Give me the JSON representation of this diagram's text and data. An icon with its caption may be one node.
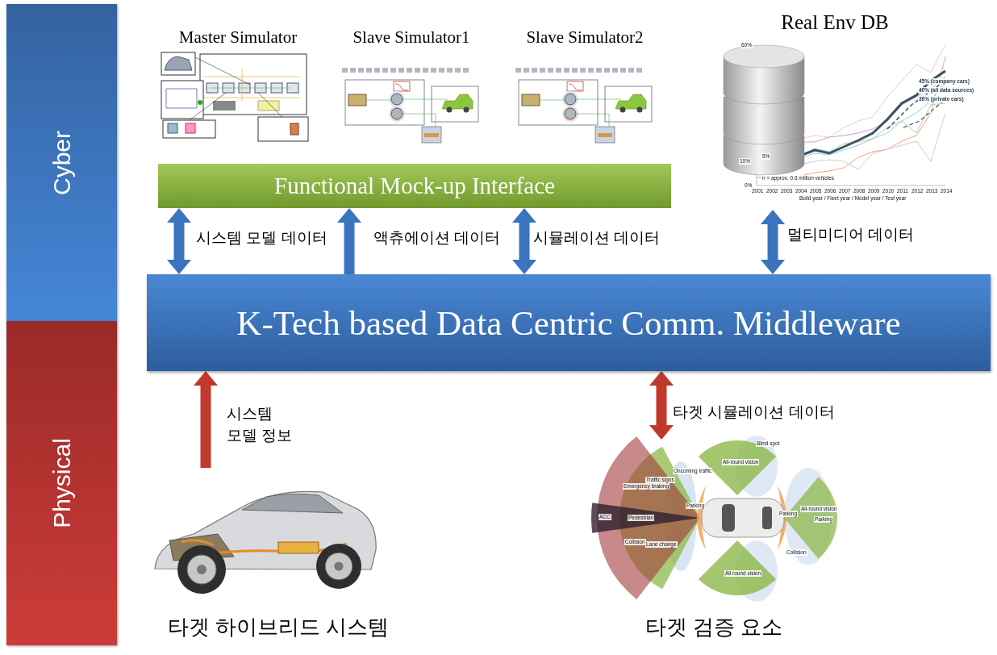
{
  "diagram": {
    "nodes": [
      {
        "text": [
          "Cyber"
        ]
      },
      {
        "text": [
          "Physical"
        ]
      },
      {
        "text": [
          "Master Simulator"
        ]
      },
      {
        "text": [
          "Slave Simulator1"
        ]
      },
      {
        "text": [
          "Slave Simulator2"
        ]
      },
      {
        "text": [
          "Functional Mock-up Interface"
        ]
      },
      {
        "text": [
          "Real Env DB"
        ]
      },
      {
        "text": [
          "K-Tech based Data Centric Comm. Middleware"
        ]
      },
      {
        "text": [
          "타겟 하이브리드 시스템"
        ]
      },
      {
        "text": [
          "타겟 검증 요소"
        ]
      }
    ],
    "edges": [
      {
        "from": 5,
        "to": 7,
        "arrow": "both",
        "label": "시스템 모델 데이터"
      },
      {
        "from": 7,
        "to": 5,
        "arrow": "to",
        "label": "액츄에이션 데이터"
      },
      {
        "from": 5,
        "to": 7,
        "arrow": "both",
        "label": "시뮬레이션 데이터"
      },
      {
        "from": 6,
        "to": 7,
        "arrow": "both",
        "label": "멀티미디어 데이터"
      },
      {
        "from": 8,
        "to": 7,
        "arrow": "to",
        "label": "시스템 모델 정보",
        "color": "#c0392b"
      },
      {
        "from": 9,
        "to": 7,
        "arrow": "both",
        "label": "타겟 시뮬레이션 데이터",
        "color": "#c0392b"
      }
    ],
    "labels": [
      "60%",
      "10%",
      "0%",
      "5%",
      "45% (company cars)",
      "40% (all data sources)",
      "36% (private cars)",
      "n = approx. 0.6 million vehicles",
      "2001",
      "2002",
      "2003",
      "2004",
      "2005",
      "2006",
      "2007",
      "2008",
      "2009",
      "2010",
      "2011",
      "2012",
      "2013",
      "2014",
      "Build year / Fleet year / Model year / Test year",
      "Blind spot",
      "All-round vision",
      "Oncoming traffic",
      "Traffic signs",
      "Emergency braking",
      "Parking",
      "All-round vision",
      "Parking",
      "ACC",
      "Pedestrian",
      "Parking",
      "Collision",
      "Lane change",
      "Collision",
      "All round vision"
    ]
  }
}
